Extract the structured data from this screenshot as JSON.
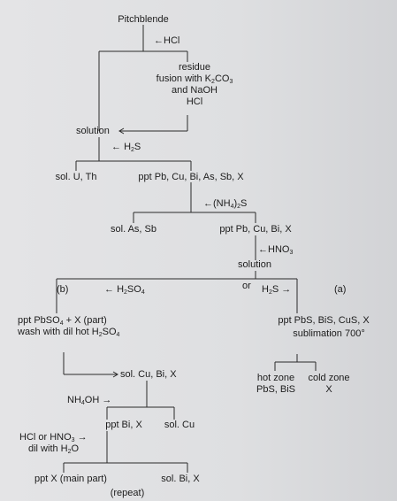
{
  "diagram": {
    "nodes": {
      "pitchblende": "Pitchblende",
      "hcl_step": "HCl",
      "residue": "residue",
      "fusion_l1": "fusion with K",
      "fusion_k2co3_sub2": "2",
      "fusion_k2co3_co": "CO",
      "fusion_k2co3_sub3": "3",
      "fusion_l2": "and NaOH",
      "fusion_l3": "HCl",
      "solution1": "solution",
      "h2s_1_h": "H",
      "h2s_1_sub": "2",
      "h2s_1_s": "S",
      "sol_u_th": "sol. U, Th",
      "ppt_pb_cu_bi_as_sb_x": "ppt Pb, Cu, Bi, As, Sb, X",
      "nh4_2s_a": "(NH",
      "nh4_2s_sub4": "4",
      "nh4_2s_b": ")",
      "nh4_2s_sub2": "2",
      "nh4_2s_c": "S",
      "sol_as_sb": "sol. As, Sb",
      "ppt_pb_cu_bi_x": "ppt Pb, Cu, Bi, X",
      "hno3_a": "HNO",
      "hno3_sub": "3",
      "solution2": "solution",
      "branch_b": "(b)",
      "h2so4_a": "H",
      "h2so4_sub2": "2",
      "h2so4_b": "SO",
      "h2so4_sub4": "4",
      "or_label": "or",
      "h2s_2_h": "H",
      "h2s_2_sub": "2",
      "h2s_2_s": "S",
      "branch_a": "(a)",
      "ppt_pbso4_a": "ppt PbSO",
      "ppt_pbso4_sub": "4",
      "ppt_pbso4_b": " + X (part)",
      "wash_a": "wash with dil hot H",
      "wash_sub2": "2",
      "wash_b": "SO",
      "wash_sub4": "4",
      "ppt_sulfides": "ppt PbS, BiS, CuS, X",
      "sublimation": "sublimation 700°",
      "hot_zone_title": "hot zone",
      "hot_zone_content": "PbS, BiS",
      "cold_zone_title": "cold zone",
      "cold_zone_content": "X",
      "sol_cu_bi_x": "sol. Cu, Bi, X",
      "nh4oh_a": "NH",
      "nh4oh_sub": "4",
      "nh4oh_b": "OH",
      "ppt_bi_x": "ppt Bi, X",
      "sol_cu": "sol. Cu",
      "hcl_or_hno3_a": "HCl or HNO",
      "hcl_or_hno3_sub": "3",
      "dil_h2o_a": "dil with H",
      "dil_h2o_sub": "2",
      "dil_h2o_b": "O",
      "ppt_x_main": "ppt X (main part)",
      "sol_bi_x": "sol. Bi, X",
      "repeat": "(repeat)"
    },
    "arrow_glyph": "←",
    "arrow_right_glyph": "→"
  }
}
